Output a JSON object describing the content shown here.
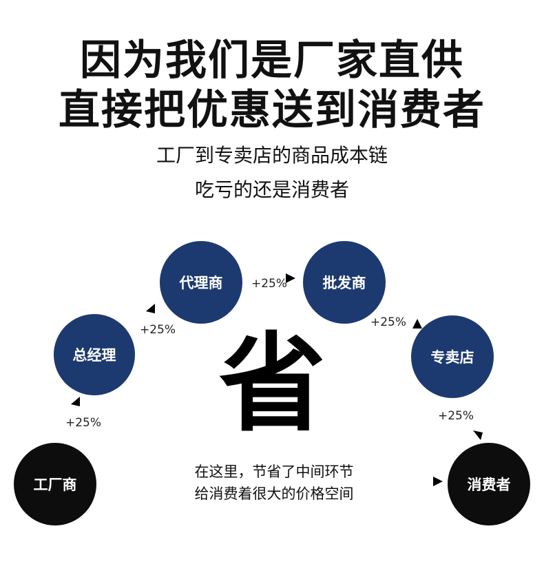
{
  "headline": {
    "line1": "因为我们是厂家直供",
    "line2": "直接把优惠送到消费者"
  },
  "subheadline": {
    "line1": "工厂到专卖店的商品成本链",
    "line2": "吃亏的还是消费者"
  },
  "center": {
    "char": "省",
    "note_line1": "在这里，节省了中间环节",
    "note_line2": "给消费着很大的价格空间"
  },
  "nodes": {
    "factory": "工厂商",
    "gm": "总经理",
    "agent": "代理商",
    "wholesaler": "批发商",
    "store": "专卖店",
    "consumer": "消费者"
  },
  "markups": {
    "m1": "+25%",
    "m2": "+25%",
    "m3": "+25%",
    "m4": "+25%",
    "m5": "+25%"
  },
  "colors": {
    "blue_node": "#1c3a70",
    "black_node": "#0d0d0d",
    "text": "#111111"
  }
}
